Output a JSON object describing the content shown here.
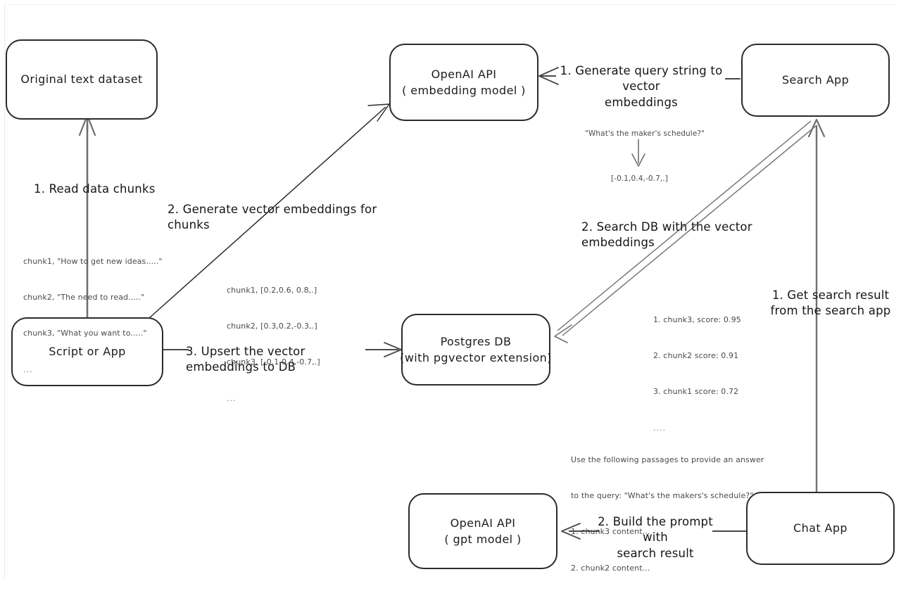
{
  "diagram": {
    "title": "Vector search and RAG architecture (hand-drawn)",
    "stroke_color": "#2b2b2b",
    "text_color": "#161616",
    "note_color": "#4a4a4a",
    "background": "#ffffff"
  },
  "nodes": {
    "original_dataset": {
      "line1": "Original text dataset",
      "line2": ""
    },
    "script_or_app": {
      "line1": "Script or App",
      "line2": ""
    },
    "openai_embedding": {
      "line1": "OpenAI API",
      "line2": "( embedding model )"
    },
    "postgres_db": {
      "line1": "Postgres DB",
      "line2": "(with pgvector extension)"
    },
    "search_app": {
      "line1": "Search App",
      "line2": ""
    },
    "chat_app": {
      "line1": "Chat App",
      "line2": ""
    },
    "openai_gpt": {
      "line1": "OpenAI API",
      "line2": "( gpt model )"
    }
  },
  "edge_labels": {
    "read_data_chunks": "1. Read data chunks",
    "generate_embeddings_for_chunks": "2. Generate vector embeddings for chunks",
    "upsert_to_db": "3. Upsert the vector embeddings  to DB",
    "generate_query_embeddings": "1. Generate query string to vector\nembeddings",
    "search_db_with_embeddings": "2. Search DB with the vector embeddings",
    "get_search_result": "1. Get search result\nfrom the search app",
    "build_prompt": "2. Build the prompt with\nsearch result"
  },
  "notes": {
    "chunks_raw": {
      "lines": [
        "chunk1, \"How to get new ideas.....\"",
        "chunk2, \"The need to read.....\"",
        "chunk3, \"What you want to.....\""
      ],
      "ellipsis": "..."
    },
    "chunks_vectors": {
      "lines": [
        "chunk1, [0.2,0.6, 0.8,.]",
        "chunk2, [0.3,0.2,-0.3,.]",
        "chunk3, [-0.1,0.4,-0.7,.]"
      ],
      "ellipsis": "..."
    },
    "query_string": "\"What's the maker's schedule?\"",
    "query_vector": "[-0.1,0.4,-0.7,.]",
    "search_results": {
      "lines": [
        "1. chunk3, score: 0.95",
        "2. chunk2 score: 0.91",
        "3. chunk1 score: 0.72"
      ],
      "ellipsis": "...."
    },
    "prompt_text": {
      "lines": [
        "Use the following passages to provide an answer",
        "to the query: \"What's the makers's schedule?\"",
        "1. chunk3 content...",
        "2. chunk2 content..."
      ]
    }
  }
}
